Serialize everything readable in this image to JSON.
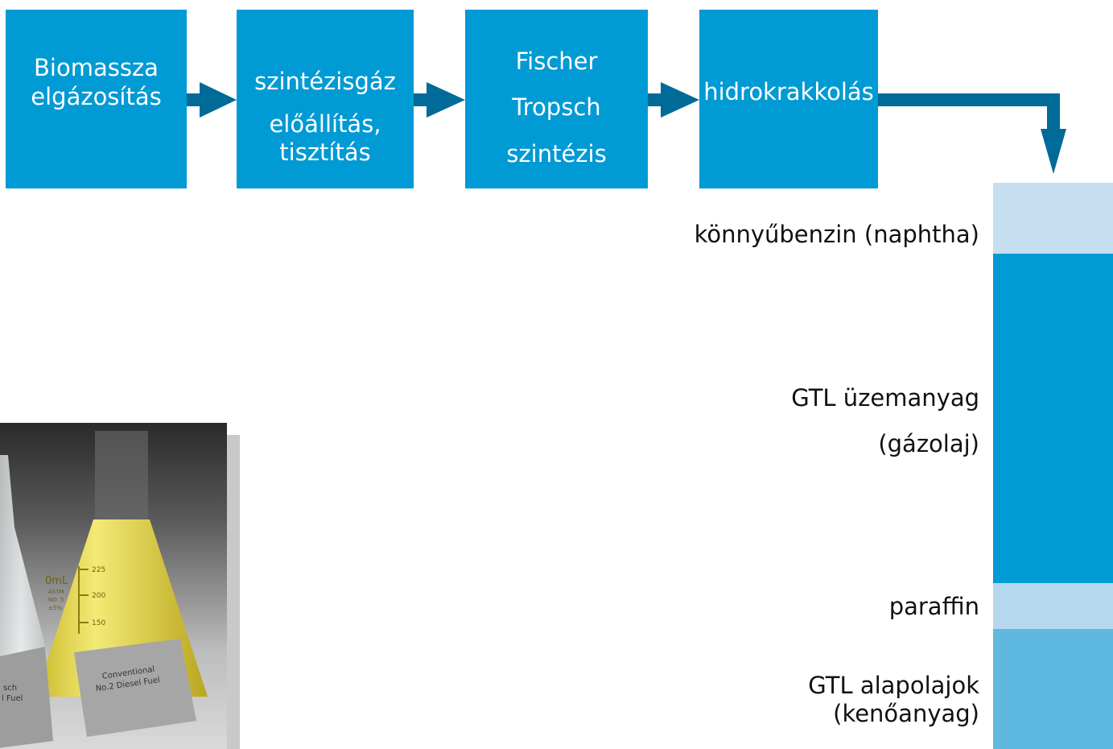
{
  "flow": {
    "steps": [
      {
        "lines": [
          "Biomassza",
          "elgázosítás"
        ]
      },
      {
        "lines": [
          "szintézisgáz",
          "előállítás,",
          "tisztítás"
        ]
      },
      {
        "lines": [
          "Fischer",
          "Tropsch",
          "szintézis"
        ]
      },
      {
        "lines": [
          "hidrokrakkolás"
        ]
      }
    ]
  },
  "products": [
    {
      "lines": [
        "könnyűbenzin (naphtha)"
      ],
      "color": "#c5dff0"
    },
    {
      "lines": [
        "GTL üzemanyag",
        "(gázolaj)"
      ],
      "color": "#009ad4"
    },
    {
      "lines": [
        "paraffin"
      ],
      "color": "#b5d8ee"
    },
    {
      "lines": [
        "GTL alapolajok",
        "(kenőanyag)"
      ],
      "color": "#5fb8df"
    }
  ],
  "photo": {
    "label_left": [
      "sch",
      "l Fuel"
    ],
    "label_right": [
      "Conventional",
      "No.2 Diesel Fuel"
    ],
    "flask_marks": [
      "225",
      "200",
      "150"
    ],
    "flask_text": [
      "0mL",
      "ASTM",
      "NO. 5",
      "±5%"
    ]
  },
  "colors": {
    "box": "#009ad4",
    "arrow": "#006b98"
  }
}
